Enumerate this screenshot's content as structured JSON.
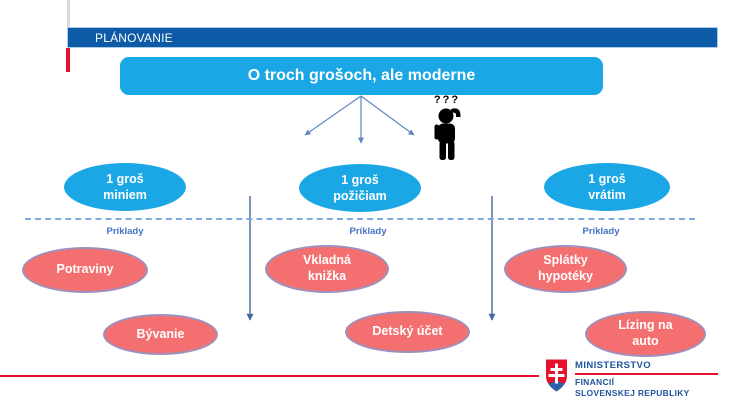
{
  "colors": {
    "header-blue": "#0d5ba6",
    "accent-blue": "#1ba7e5",
    "salmon-red": "#f47070",
    "salmon-border": "#9e90bd",
    "brand-red": "#e8112d",
    "label-blue": "#4472c4",
    "arrow-blue": "#5f87c0",
    "arrow-dark": "#44679e",
    "dash-blue": "#7fa8dc",
    "ministry-blue": "#20549e",
    "gray-accent": "#d9d9d9"
  },
  "header": {
    "label": "PLÁNOVANIE"
  },
  "title": {
    "text": "O troch grošoch, ale moderne"
  },
  "person": {
    "question_marks": "???"
  },
  "branches": [
    {
      "bubble": {
        "lines": [
          "1 groš",
          "miniem"
        ]
      },
      "examples_label": "Príklady",
      "examples": [
        {
          "lines": [
            "Potraviny"
          ]
        },
        {
          "lines": [
            "Bývanie"
          ]
        }
      ]
    },
    {
      "bubble": {
        "lines": [
          "1 groš",
          "požičiam"
        ]
      },
      "examples_label": "Príklady",
      "examples": [
        {
          "lines": [
            "Vkladná",
            "knižka"
          ]
        },
        {
          "lines": [
            "Detský účet"
          ]
        }
      ]
    },
    {
      "bubble": {
        "lines": [
          "1 groš",
          "vrátim"
        ]
      },
      "examples_label": "Príklady",
      "examples": [
        {
          "lines": [
            "Splátky",
            "hypotéky"
          ]
        },
        {
          "lines": [
            "Lízing na",
            "auto"
          ]
        }
      ]
    }
  ],
  "footer": {
    "ministry_line1": "MINISTERSTVO",
    "ministry_line2": "FINANCIÍ",
    "ministry_line3": "SLOVENSKEJ REPUBLIKY"
  }
}
